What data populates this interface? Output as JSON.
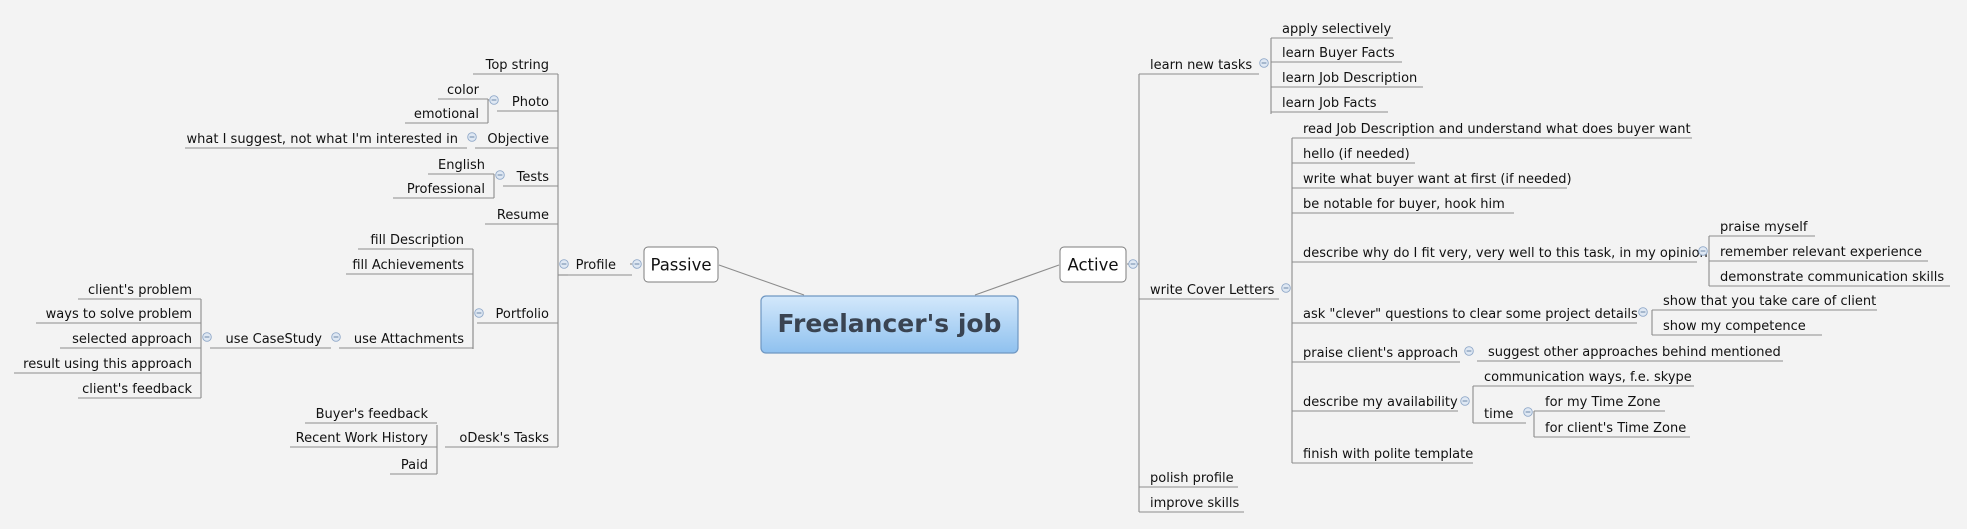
{
  "center": "Freelancer's job",
  "passive": {
    "label": "Passive",
    "profile": {
      "label": "Profile",
      "top_string": "Top string",
      "photo": {
        "label": "Photo",
        "color": "color",
        "emotional": "emotional"
      },
      "objective": {
        "label": "Objective",
        "note": "what I suggest, not what I'm interested in"
      },
      "tests": {
        "label": "Tests",
        "english": "English",
        "professional": "Professional"
      },
      "resume": "Resume",
      "portfolio": {
        "label": "Portfolio",
        "fill_description": "fill Description",
        "fill_achievements": "fill Achievements",
        "use_attachments": {
          "label": "use Attachments",
          "use_casestudy": {
            "label": "use CaseStudy",
            "items": [
              "client's problem",
              "ways to solve problem",
              "selected approach",
              "result using this approach",
              "client's feedback"
            ]
          }
        }
      },
      "odesk_tasks": {
        "label": "oDesk's Tasks",
        "items": [
          "Buyer's feedback",
          "Recent Work History",
          "Paid"
        ]
      }
    }
  },
  "active": {
    "label": "Active",
    "learn_new_tasks": {
      "label": "learn new tasks",
      "items": [
        "apply selectively",
        "learn Buyer Facts",
        "learn Job Description",
        "learn Job Facts"
      ]
    },
    "write_cover_letters": {
      "label": "write Cover Letters",
      "read": "read  Job Description and understand what does buyer want",
      "hello": "hello (if needed)",
      "write_what": "write what buyer want at first (if needed)",
      "be_notable": "be notable for buyer, hook him",
      "describe_fit": {
        "label": "describe why do I fit very, very well to this task, in my opinion",
        "items": [
          "praise myself",
          "remember relevant experience",
          "demonstrate communication skills"
        ]
      },
      "ask_questions": {
        "label": "ask \"clever\" questions to clear some project details",
        "items": [
          "show that you take care of client",
          "show my competence"
        ]
      },
      "praise_approach": {
        "label": "praise client's approach",
        "suggest": "suggest other approaches behind mentioned"
      },
      "availability": {
        "label": "describe my availability",
        "comm": "communication ways, f.e. skype",
        "time": {
          "label": "time",
          "items": [
            "for my Time Zone",
            "for client's Time Zone"
          ]
        }
      },
      "finish": "finish with polite template"
    },
    "polish_profile": "polish profile",
    "improve_skills": "improve skills"
  }
}
